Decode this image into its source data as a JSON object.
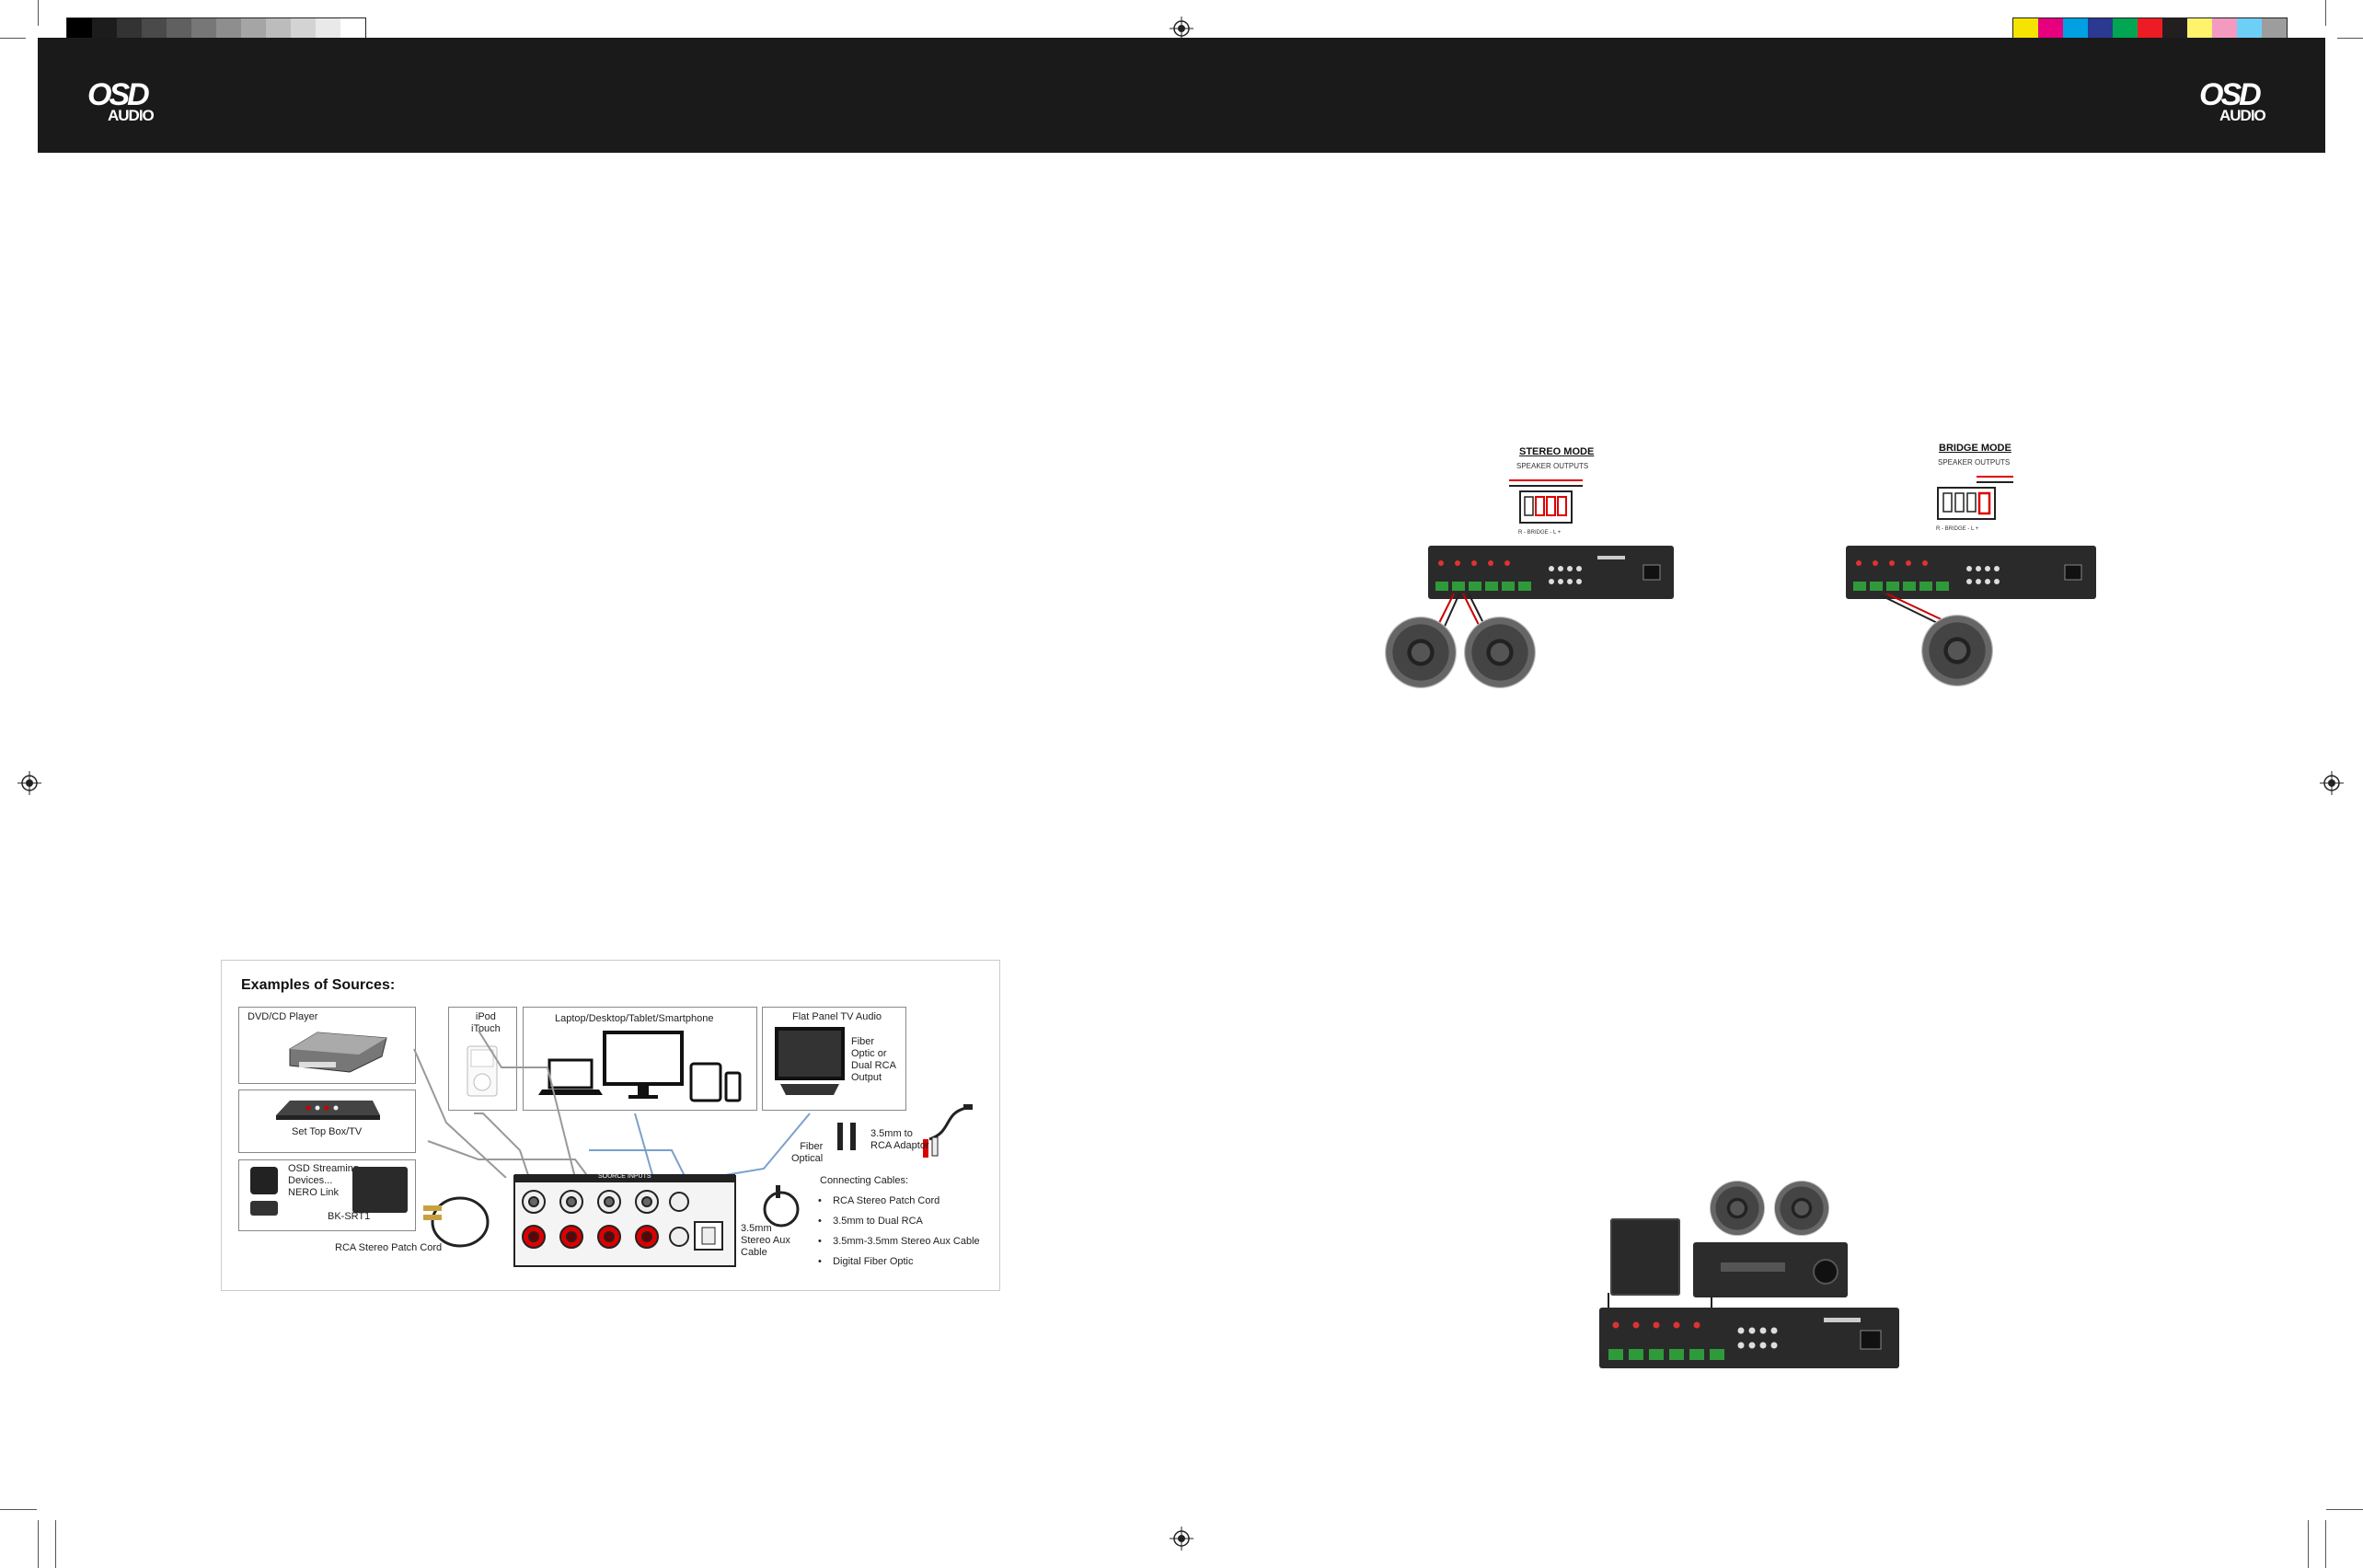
{
  "print_marks": {
    "gray_swatches": [
      "#000000",
      "#1c1c1c",
      "#333333",
      "#4a4a4a",
      "#606060",
      "#777777",
      "#8e8e8e",
      "#a5a5a5",
      "#bcbcbc",
      "#d3d3d3",
      "#e9e9e9",
      "#ffffff"
    ],
    "color_swatches": [
      "#f5e400",
      "#e6007e",
      "#00a0e3",
      "#2b3990",
      "#00a651",
      "#ed1c24",
      "#231f20",
      "#fff36b",
      "#f49ac1",
      "#6dcff6",
      "#9d9d9d"
    ]
  },
  "header": {
    "logo_left": {
      "line1": "OSD",
      "line2": "AUDIO"
    },
    "logo_right": {
      "line1": "OSD",
      "line2": "AUDIO"
    },
    "band_color": "#1a1a1a"
  },
  "sources": {
    "title": "Examples of Sources:",
    "dvd": "DVD/CD Player",
    "ipod": "iPod\niTouch",
    "laptop": "Laptop/Desktop/Tablet/Smartphone",
    "tv": "Flat Panel TV Audio",
    "fiber_note": "Fiber\nOptic or\nDual RCA\nOutput",
    "settop": "Set Top Box/TV",
    "streaming": "OSD Streaming\nDevices...\nNERO Link",
    "bk": "BK-SRT1",
    "rca_patch": "RCA Stereo Patch Cord",
    "source_inputs": "SOURCE INPUTS",
    "fiber_optical": "Fiber\nOptical",
    "adaptor": "3.5mm to\nRCA Adaptor",
    "aux": "3.5mm\nStereo Aux\nCable",
    "connecting_title": "Connecting Cables:",
    "cables": [
      "RCA Stereo Patch Cord",
      "3.5mm to Dual RCA",
      "3.5mm-3.5mm Stereo Aux Cable",
      "Digital Fiber Optic"
    ]
  },
  "modes": {
    "stereo": {
      "title": "STEREO MODE",
      "sub": "SPEAKER OUTPUTS"
    },
    "bridge": {
      "title": "BRIDGE MODE",
      "sub": "SPEAKER OUTPUTS"
    }
  }
}
